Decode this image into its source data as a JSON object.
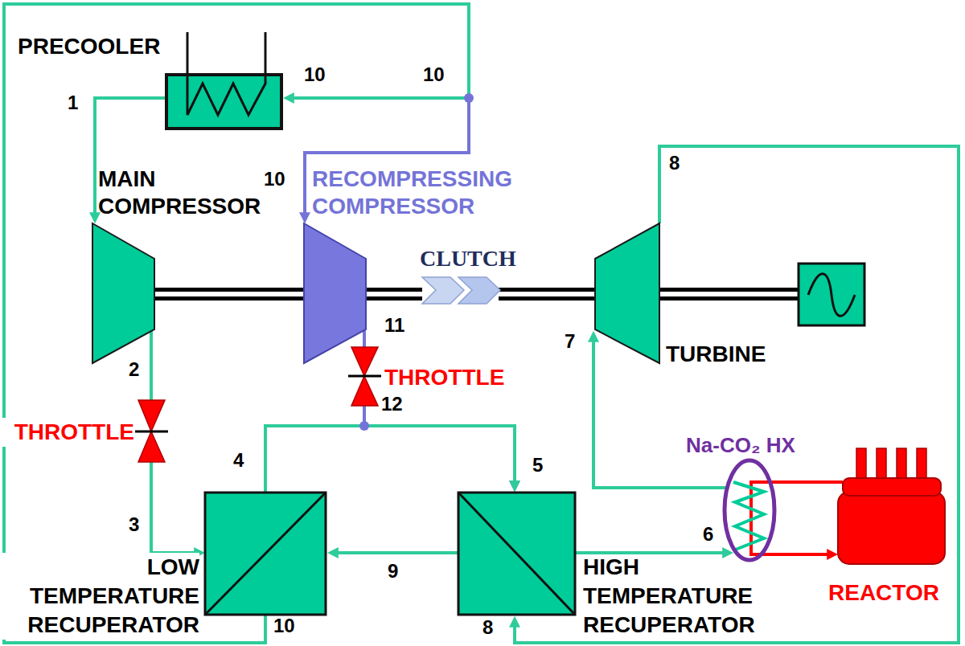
{
  "diagram": {
    "nodes": [
      {
        "text": [
          "PRECOOLER"
        ]
      },
      {
        "text": [
          "MAIN COMPRESSOR"
        ]
      },
      {
        "text": [
          "RECOMPRESSING COMPRESSOR"
        ]
      },
      {
        "text": [
          "CLUTCH"
        ]
      },
      {
        "text": [
          "TURBINE"
        ]
      },
      {
        "text": [
          "THROTTLE"
        ]
      },
      {
        "text": [
          "THROTTLE"
        ]
      },
      {
        "text": [
          "LOW TEMPERATURE RECUPERATOR"
        ]
      },
      {
        "text": [
          "HIGH TEMPERATURE RECUPERATOR"
        ]
      },
      {
        "text": [
          "Na-CO₂ HX"
        ]
      },
      {
        "text": [
          "REACTOR"
        ]
      }
    ],
    "edges": [
      {
        "from": 0,
        "to": 1,
        "arrow": "to"
      },
      {
        "from": 1,
        "to": 5,
        "arrow": "none"
      },
      {
        "from": 5,
        "to": 7,
        "arrow": "to"
      },
      {
        "from": 7,
        "to": 8,
        "arrow": "to"
      },
      {
        "from": 2,
        "to": 6,
        "arrow": "none"
      },
      {
        "from": 6,
        "to": 8,
        "arrow": "to"
      },
      {
        "from": 8,
        "to": 9,
        "arrow": "to"
      },
      {
        "from": 9,
        "to": 4,
        "arrow": "to"
      },
      {
        "from": 4,
        "to": 8,
        "arrow": "to"
      },
      {
        "from": 8,
        "to": 7,
        "arrow": "to"
      },
      {
        "from": 7,
        "to": 0,
        "arrow": "to"
      },
      {
        "from": 7,
        "to": 2,
        "arrow": "to"
      },
      {
        "from": 9,
        "to": 10,
        "arrow": "to"
      },
      {
        "from": 10,
        "to": 9,
        "arrow": "none"
      },
      {
        "from": 1,
        "to": 2,
        "arrow": "none"
      },
      {
        "from": 2,
        "to": 3,
        "arrow": "none"
      },
      {
        "from": 3,
        "to": 4,
        "arrow": "none"
      }
    ],
    "labels": [
      "1",
      "10",
      "10",
      "10",
      "2",
      "3",
      "4",
      "5",
      "6",
      "7",
      "8",
      "8",
      "9",
      "10",
      "11",
      "12"
    ]
  }
}
